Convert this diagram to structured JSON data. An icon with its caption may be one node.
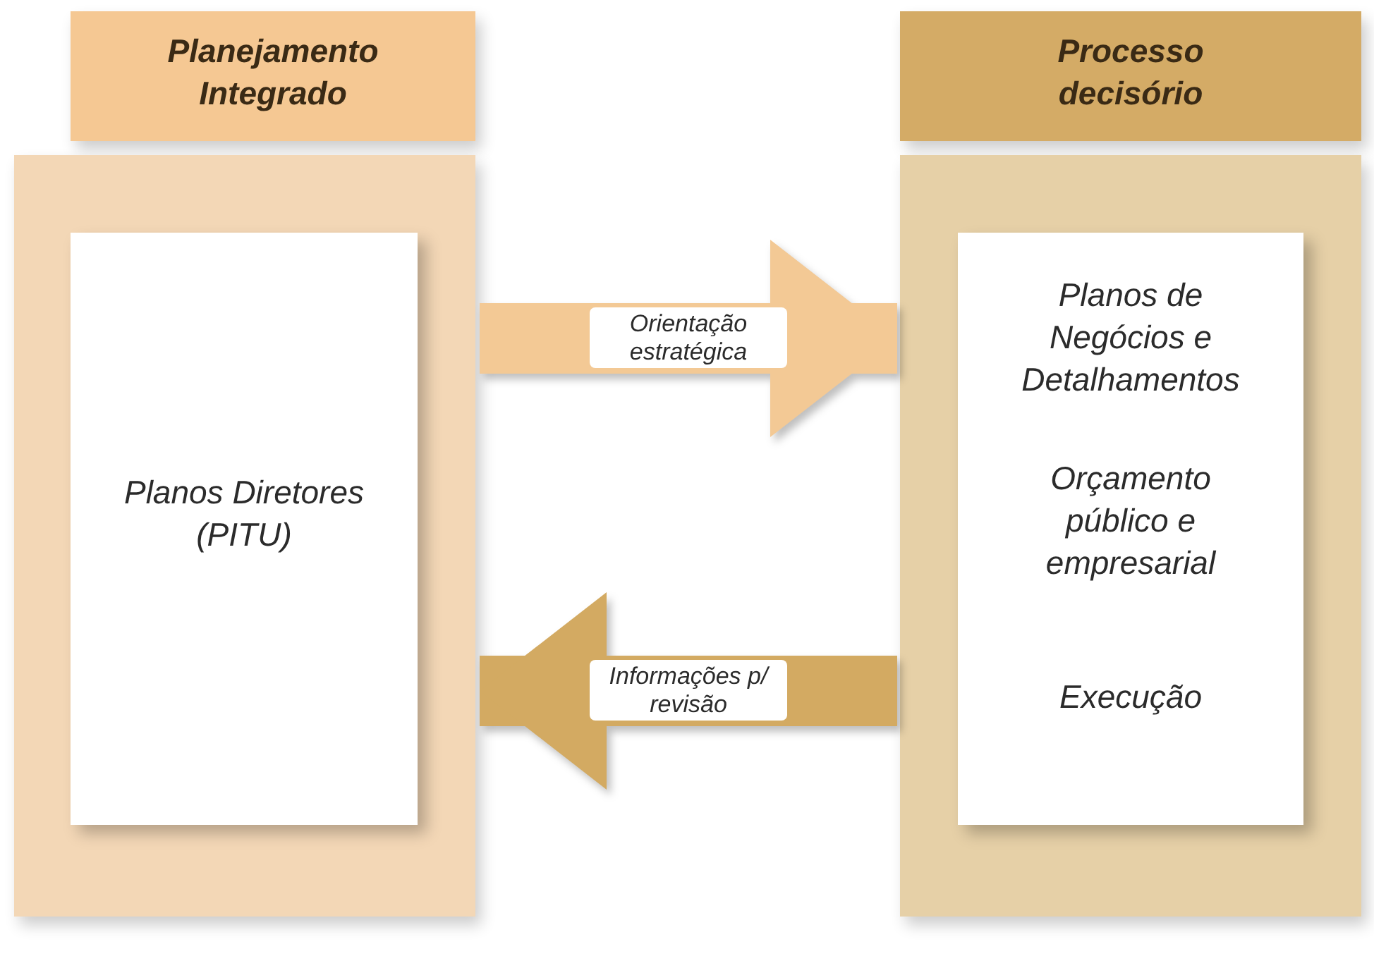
{
  "diagram": {
    "nodes": [
      {
        "text": [
          "Planejamento Integrado"
        ]
      },
      {
        "text": [],
        "shape": "box"
      },
      {
        "text": [
          "Planos Diretores (PITU)"
        ],
        "in": 1
      },
      {
        "text": [
          "Processo decisório"
        ]
      },
      {
        "text": [],
        "shape": "box"
      },
      {
        "text": [
          "Planos de Negócios e Detalhamentos",
          "Orçamento público e empresarial",
          "Execução"
        ],
        "in": 4
      }
    ],
    "edges": [
      {
        "from": 1,
        "to": 4,
        "arrow": "to",
        "label": "Orientação estratégica",
        "color": "#f3c995"
      },
      {
        "from": 4,
        "to": 1,
        "arrow": "to",
        "label": "Informações p/ revisão",
        "color": "#d3aa62"
      }
    ]
  }
}
